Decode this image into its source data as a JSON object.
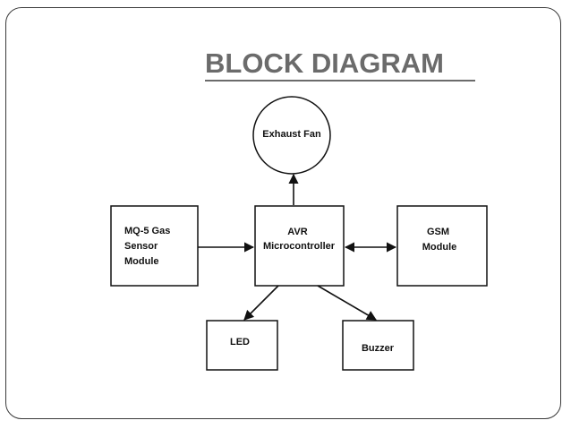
{
  "slide": {
    "title": "BLOCK DIAGRAM"
  },
  "nodes": {
    "exhaust_fan": {
      "lines": [
        "Exhaust Fan"
      ]
    },
    "gas_sensor": {
      "lines": [
        "MQ-5 Gas",
        "Sensor",
        "Module"
      ]
    },
    "avr": {
      "lines": [
        "AVR",
        "Microcontroller"
      ]
    },
    "gsm": {
      "lines": [
        "GSM",
        "Module"
      ]
    },
    "led": {
      "lines": [
        "LED"
      ]
    },
    "buzzer": {
      "lines": [
        "Buzzer"
      ]
    }
  },
  "colors": {
    "title": "#6b6b6b",
    "stroke": "#111111",
    "frame": "#3a3a3a"
  }
}
